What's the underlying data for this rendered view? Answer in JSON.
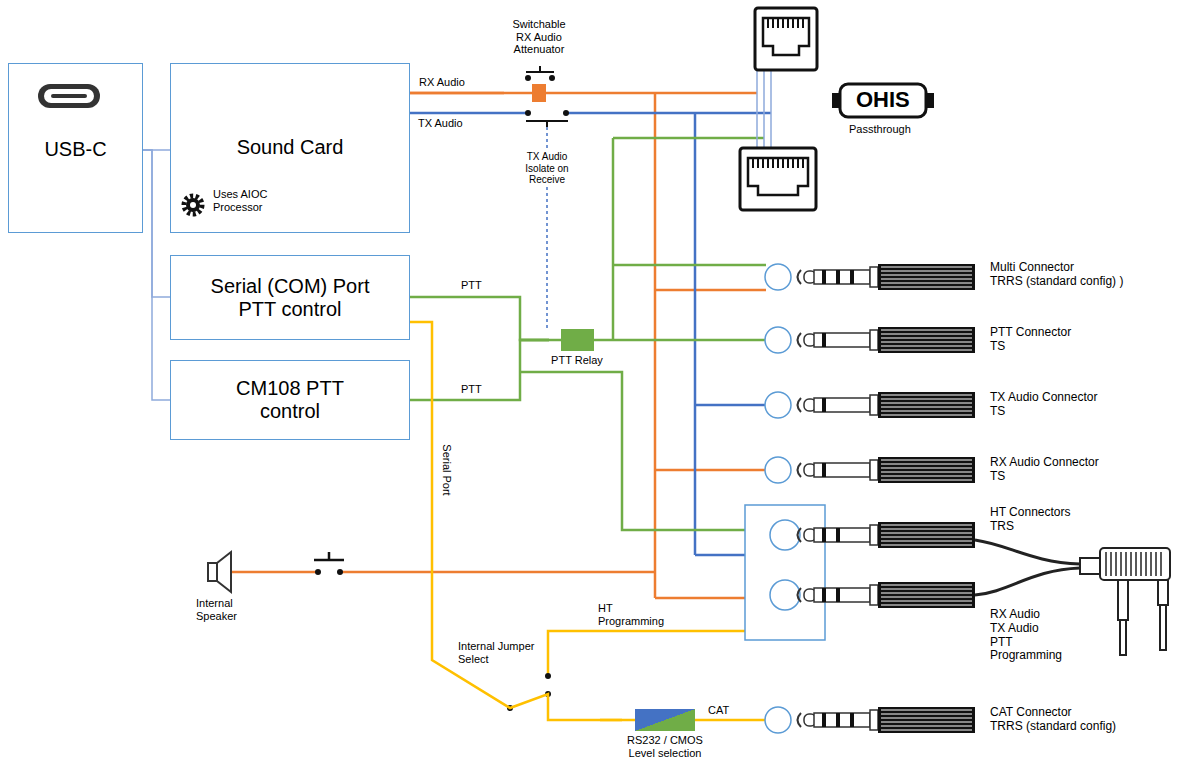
{
  "diagram": {
    "nodes": [
      {
        "text": [
          "USB-C"
        ]
      },
      {
        "text": [
          "Sound Card",
          "Uses AIOC Processor"
        ]
      },
      {
        "text": [
          "Switchable RX Audio Attenuator"
        ]
      },
      {
        "text": [
          "Serial (COM) Port PTT control"
        ]
      },
      {
        "text": [
          "CM108 PTT control"
        ]
      },
      {
        "text": [
          "PTT Relay"
        ]
      },
      {
        "text": [
          "RS232 / CMOS Level selection"
        ]
      }
    ],
    "edges": [
      {
        "from": 0,
        "to": 1,
        "arrow": "none"
      },
      {
        "from": 0,
        "to": 3,
        "arrow": "none"
      },
      {
        "from": 0,
        "to": 4,
        "arrow": "none"
      },
      {
        "from": 1,
        "to": 2,
        "label": "RX Audio",
        "arrow": "none"
      },
      {
        "from": 3,
        "to": 5,
        "label": "PTT",
        "arrow": "none"
      },
      {
        "from": 4,
        "to": 5,
        "label": "PTT",
        "arrow": "none"
      },
      {
        "from": 3,
        "to": 6,
        "label": "Serial Port",
        "arrow": "none"
      }
    ],
    "labels": [
      "TX Audio",
      "TX Audio Isolate on Receive",
      "OHIS",
      "Passthrough",
      "Multi Connector TRRS (standard config) )",
      "PTT Connector TS",
      "TX Audio Connector TS",
      "RX Audio Connector TS",
      "HT Connectors TRS",
      "RX Audio TX Audio PTT Programming",
      "CAT Connector TRRS (standard config)",
      "Internal Speaker",
      "HT Programming",
      "Internal Jumper Select",
      "CAT"
    ]
  }
}
